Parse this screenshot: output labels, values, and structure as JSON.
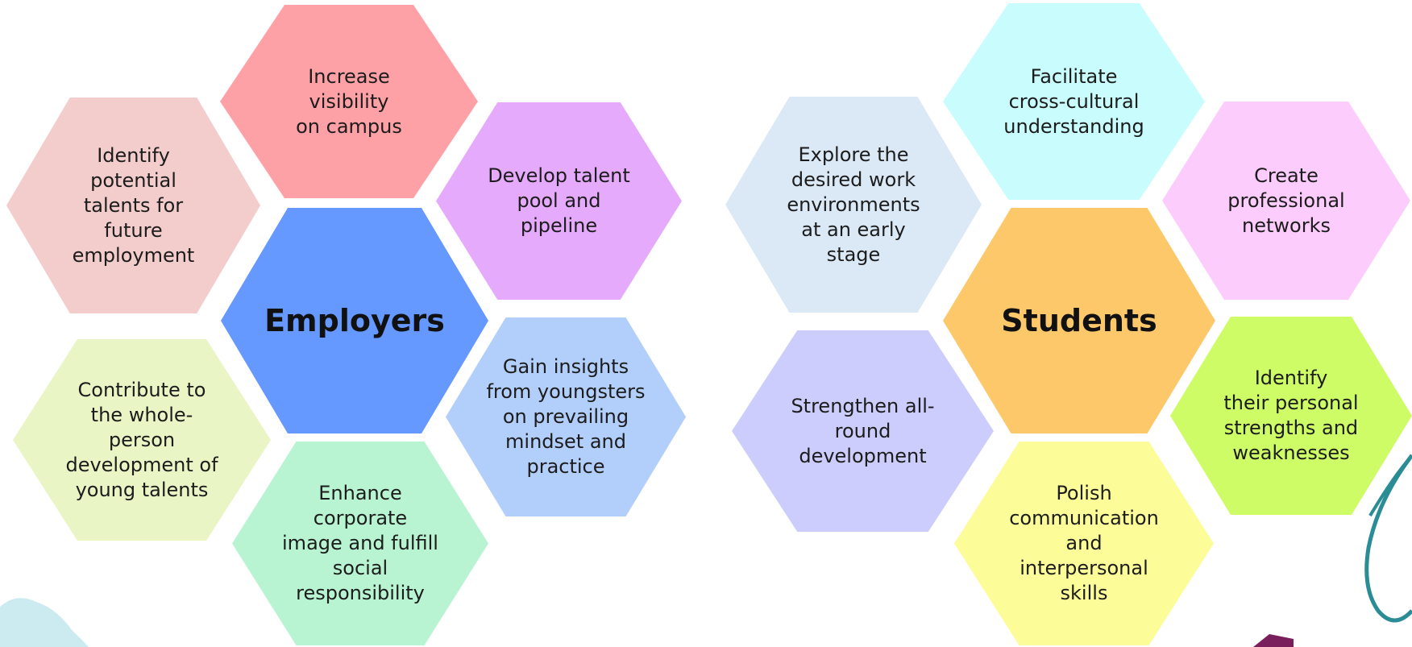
{
  "employers": {
    "center_label": "Employers",
    "center_color": "#6699ff",
    "items": [
      {
        "label": "Increase\nvisibility\non campus",
        "color": "#fda1a6"
      },
      {
        "label": "Identify\npotential\ntalents for\nfuture\nemployment",
        "color": "#f3cccc"
      },
      {
        "label": "Develop talent\npool and\npipeline",
        "color": "#e6aafc"
      },
      {
        "label": "Contribute to\nthe whole-\nperson\ndevelopment of\nyoung talents",
        "color": "#eaf5c6"
      },
      {
        "label": "Gain insights\nfrom youngsters\non prevailing\nmindset and\npractice",
        "color": "#b2cefb"
      },
      {
        "label": "Enhance\ncorporate\nimage and fulfill\nsocial\nresponsibility",
        "color": "#b9f4d2"
      }
    ]
  },
  "students": {
    "center_label": "Students",
    "center_color": "#fdc86a",
    "items": [
      {
        "label": "Facilitate\ncross-cultural\nunderstanding",
        "color": "#c9fcfc"
      },
      {
        "label": "Explore the\ndesired work\nenvironments\nat an early\nstage",
        "color": "#dbe9f7"
      },
      {
        "label": "Create\nprofessional\nnetworks",
        "color": "#fcccfc"
      },
      {
        "label": "Strengthen all-\nround\ndevelopment",
        "color": "#cccdfc"
      },
      {
        "label": "Identify\ntheir personal\nstrengths and\nweaknesses",
        "color": "#cefc66"
      },
      {
        "label": "Polish\ncommunication\nand\ninterpersonal\nskills",
        "color": "#fcfc99"
      }
    ]
  }
}
